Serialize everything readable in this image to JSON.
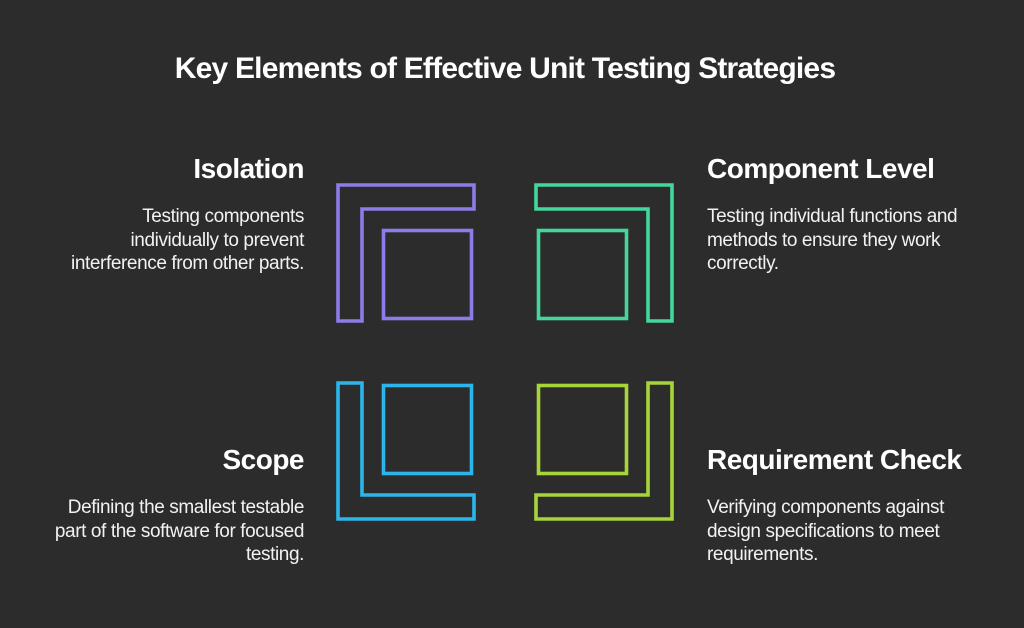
{
  "title": "Key Elements of Effective Unit Testing Strategies",
  "colors": {
    "background": "#2c2c2c",
    "heading_text": "#ffffff",
    "body_text": "#f2f2f2"
  },
  "quadrants": [
    {
      "id": "isolation",
      "heading": "Isolation",
      "description": "Testing components\nindividually to prevent\ninterference from other parts.",
      "accent_color": "#8b7de8",
      "icon": "corner-bracket-square-icon",
      "icon_orientation": "top-left"
    },
    {
      "id": "component-level",
      "heading": "Component Level",
      "description": "Testing individual functions and\nmethods to ensure they work\ncorrectly.",
      "accent_color": "#43d79c",
      "icon": "corner-bracket-square-icon",
      "icon_orientation": "top-right"
    },
    {
      "id": "scope",
      "heading": "Scope",
      "description": "Defining the smallest testable\npart of the software for focused\ntesting.",
      "accent_color": "#2cb5e8",
      "icon": "corner-bracket-square-icon",
      "icon_orientation": "bottom-left"
    },
    {
      "id": "requirement-check",
      "heading": "Requirement Check",
      "description": "Verifying components against\ndesign specifications to meet\nrequirements.",
      "accent_color": "#a6d53a",
      "icon": "corner-bracket-square-icon",
      "icon_orientation": "bottom-right"
    }
  ]
}
